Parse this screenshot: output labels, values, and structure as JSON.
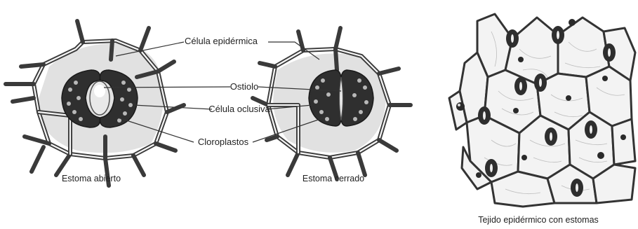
{
  "labels": {
    "epidermal_cell": "Célula epidérmica",
    "ostiole": "Ostiolo",
    "guard_cell": "Célula oclusiva",
    "chloroplasts": "Cloroplastos"
  },
  "captions": {
    "open": "Estoma abierto",
    "closed": "Estoma cerrado",
    "tissue": "Tejido epidérmico con estomas"
  }
}
